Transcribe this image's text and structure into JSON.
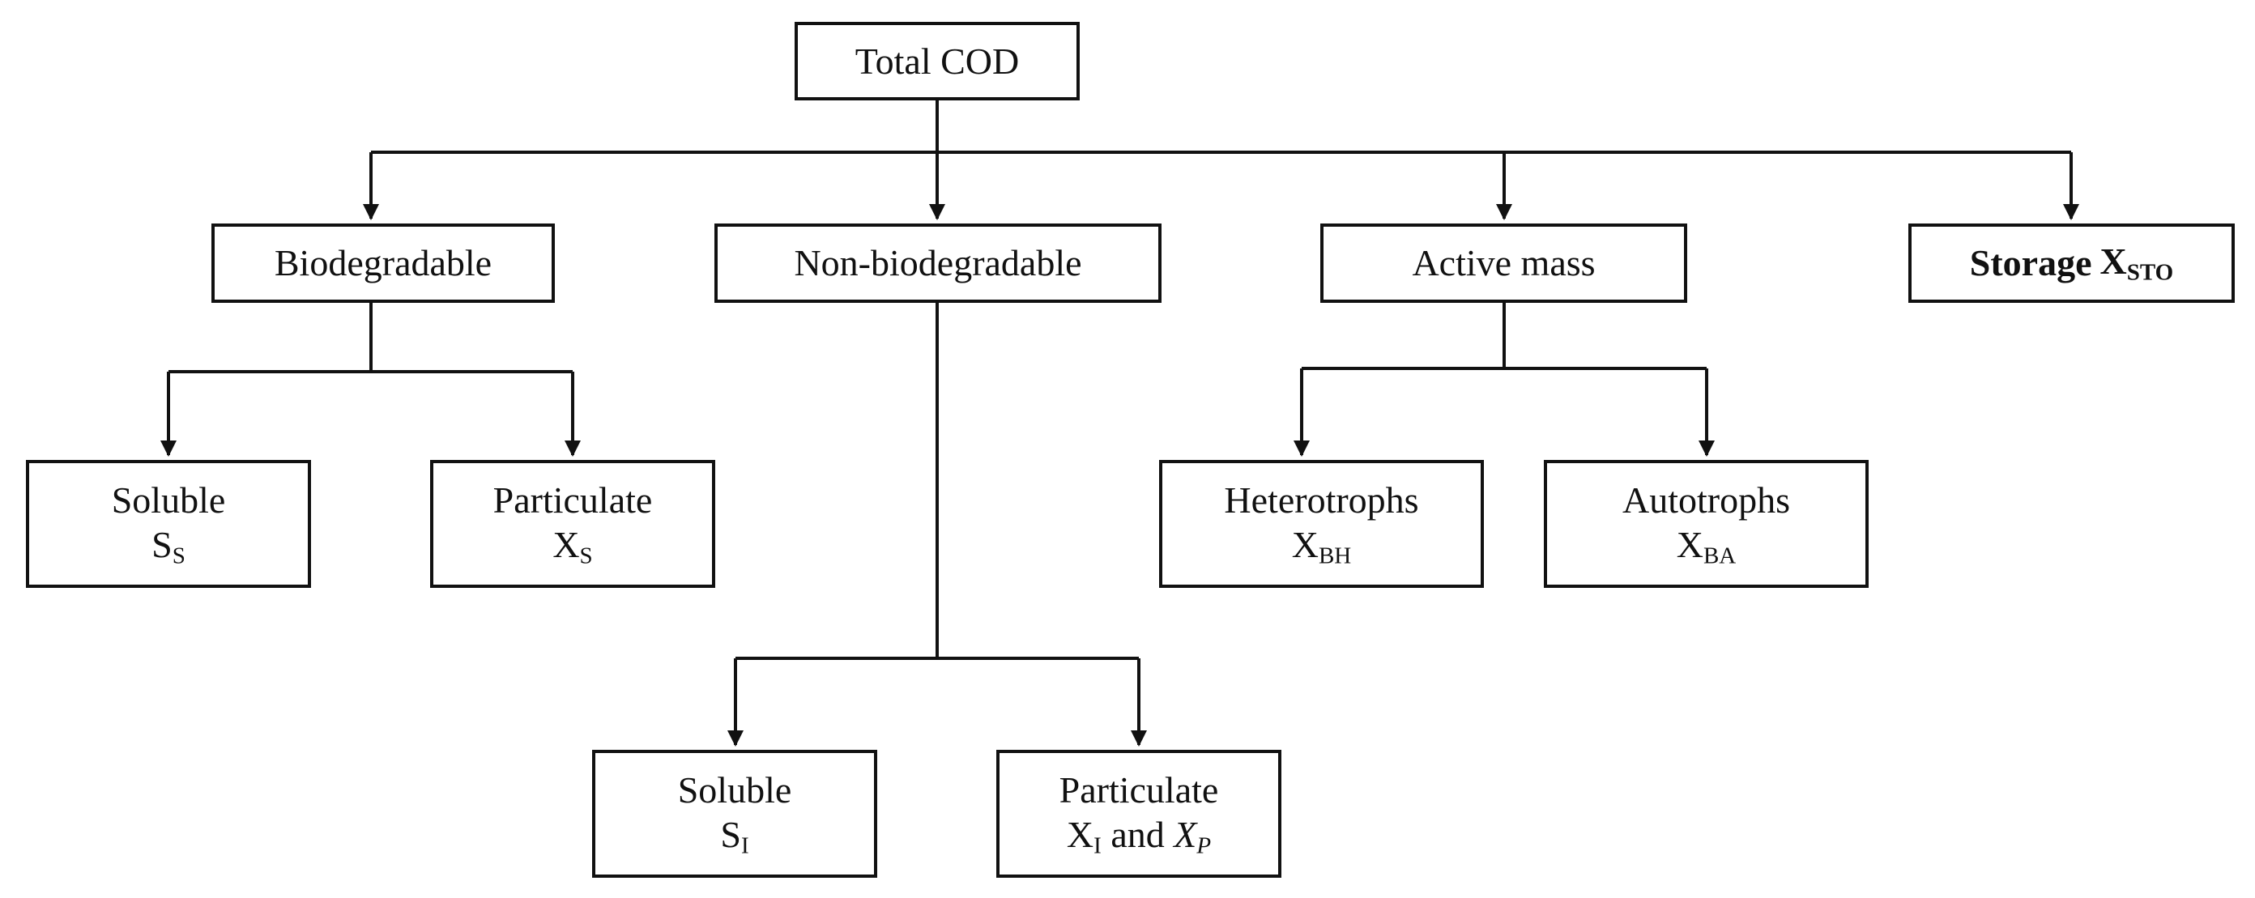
{
  "diagram": {
    "root": {
      "label": "Total COD"
    },
    "biodegradable": {
      "label": "Biodegradable",
      "soluble": {
        "label": "Soluble",
        "sym_base": "S",
        "sym_sub": "S"
      },
      "particulate": {
        "label": "Particulate",
        "sym_base": "X",
        "sym_sub": "S"
      }
    },
    "non_biodegradable": {
      "label": "Non-biodegradable",
      "soluble": {
        "label": "Soluble",
        "sym_base": "S",
        "sym_sub": "I"
      },
      "particulate": {
        "label": "Particulate",
        "sym_base": "X",
        "sym_sub": "I",
        "sym_join": "and",
        "sym2_base": "X",
        "sym2_sub": "P"
      }
    },
    "active_mass": {
      "label": "Active mass",
      "heterotrophs": {
        "label": "Heterotrophs",
        "sym_base": "X",
        "sym_sub": "BH"
      },
      "autotrophs": {
        "label": "Autotrophs",
        "sym_base": "X",
        "sym_sub": "BA"
      }
    },
    "storage": {
      "label": "Storage",
      "sym_base": "X",
      "sym_sub": "STO"
    }
  },
  "style": {
    "line_color": "#111111",
    "box_border": "#111111",
    "background": "#ffffff"
  }
}
